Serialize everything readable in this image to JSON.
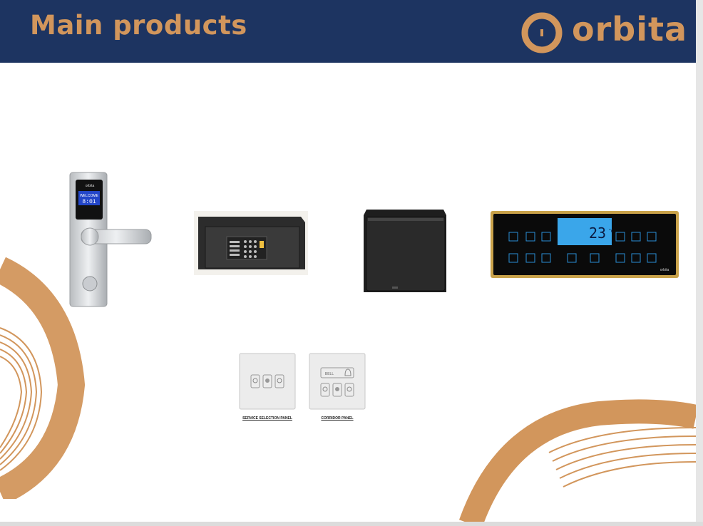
{
  "header": {
    "title": "Main products",
    "logo_text": "orbita"
  },
  "colors": {
    "header_bg": "#1d3461",
    "accent": "#d2965c"
  },
  "products": {
    "door_lock": {
      "brand": "orbita",
      "screen_text": "WELCOME",
      "screen_time": "8:01"
    },
    "thermostat": {
      "temperature": "23",
      "unit": "°c",
      "brand": "orbita"
    },
    "panels": {
      "service_label": "SERVICE SELECTION PANEL",
      "corridor_label": "CORRIDOR PANEL",
      "bell_text": "BELL"
    }
  }
}
